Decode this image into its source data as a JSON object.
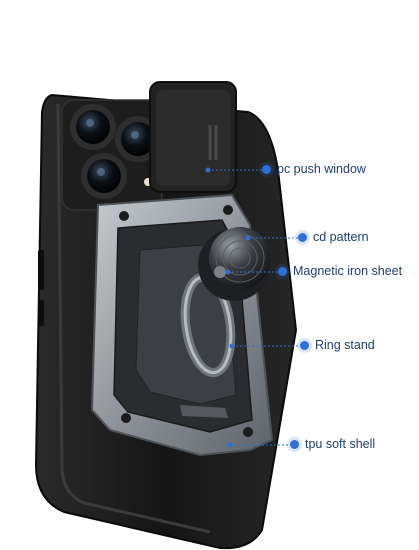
{
  "labels": {
    "pc_push_window": "pc push window",
    "cd_pattern": "cd pattern",
    "magnetic_iron_sheet": "Magnetic iron sheet",
    "ring_stand": "Ring stand",
    "tpu_soft_shell": "tpu soft shell"
  },
  "colors": {
    "accent": "#2f6fd6",
    "label_text": "#1f3f6e",
    "case_black": "#1a1a1a",
    "armor_silver": "#8e949a"
  }
}
